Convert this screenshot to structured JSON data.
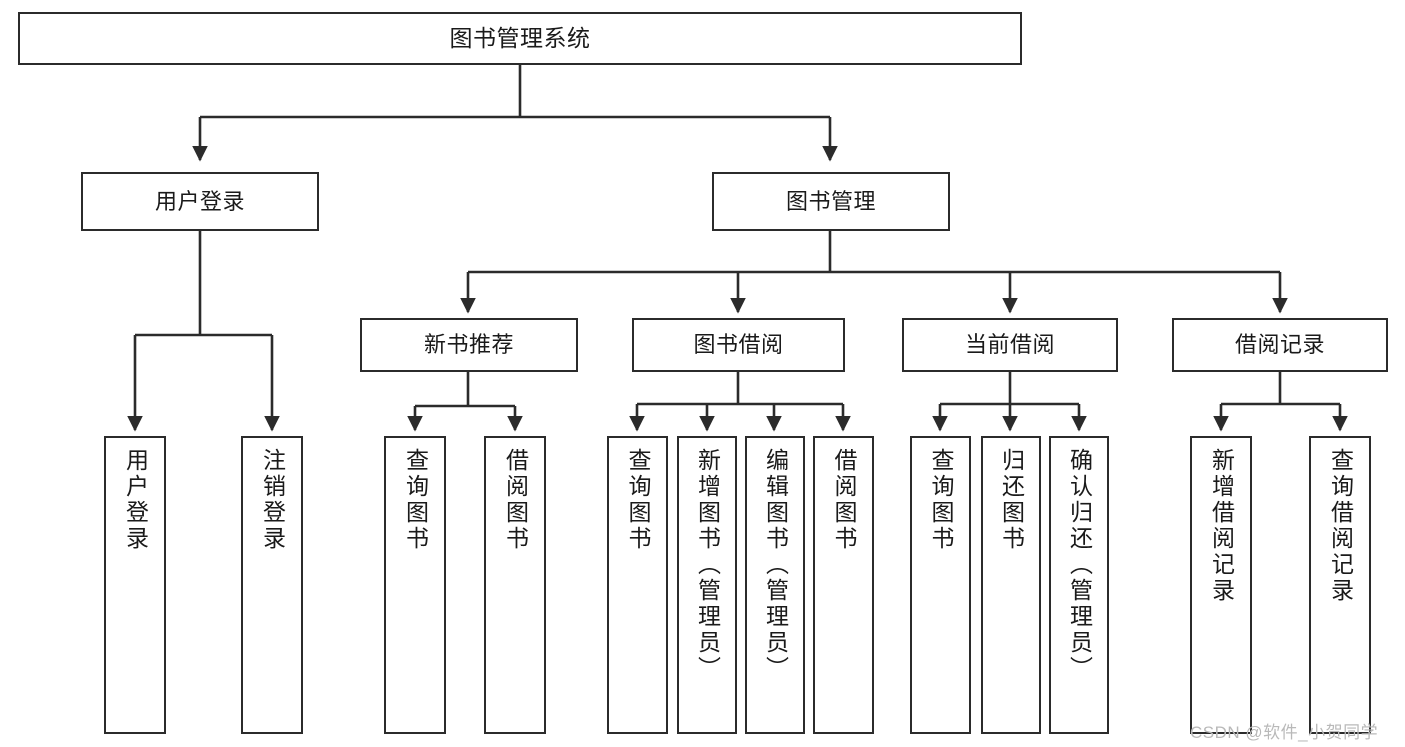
{
  "diagram": {
    "title": "图书管理系统",
    "type": "hierarchy-tree",
    "colors": {
      "box_border": "#2b2b2b",
      "box_fill": "#ffffff",
      "edge": "#2b2b2b",
      "text": "#1a1a1a",
      "watermark": "#b9b9b9"
    },
    "root": {
      "label": "图书管理系统"
    },
    "level1": [
      {
        "label": "用户登录"
      },
      {
        "label": "图书管理"
      }
    ],
    "level2": [
      {
        "label": "新书推荐"
      },
      {
        "label": "图书借阅"
      },
      {
        "label": "当前借阅"
      },
      {
        "label": "借阅记录"
      }
    ],
    "leaves_user_login": [
      {
        "label": "用户登录"
      },
      {
        "label": "注销登录"
      }
    ],
    "leaves_new_books": [
      {
        "label": "查询图书"
      },
      {
        "label": "借阅图书"
      }
    ],
    "leaves_borrow": [
      {
        "label": "查询图书"
      },
      {
        "label": "新增图书（管理员）"
      },
      {
        "label": "编辑图书（管理员）"
      },
      {
        "label": "借阅图书"
      }
    ],
    "leaves_current": [
      {
        "label": "查询图书"
      },
      {
        "label": "归还图书"
      },
      {
        "label": "确认归还（管理员）"
      }
    ],
    "leaves_records": [
      {
        "label": "新增借阅记录"
      },
      {
        "label": "查询借阅记录"
      }
    ]
  },
  "watermark": {
    "text": "CSDN @软件_小贺同学"
  }
}
